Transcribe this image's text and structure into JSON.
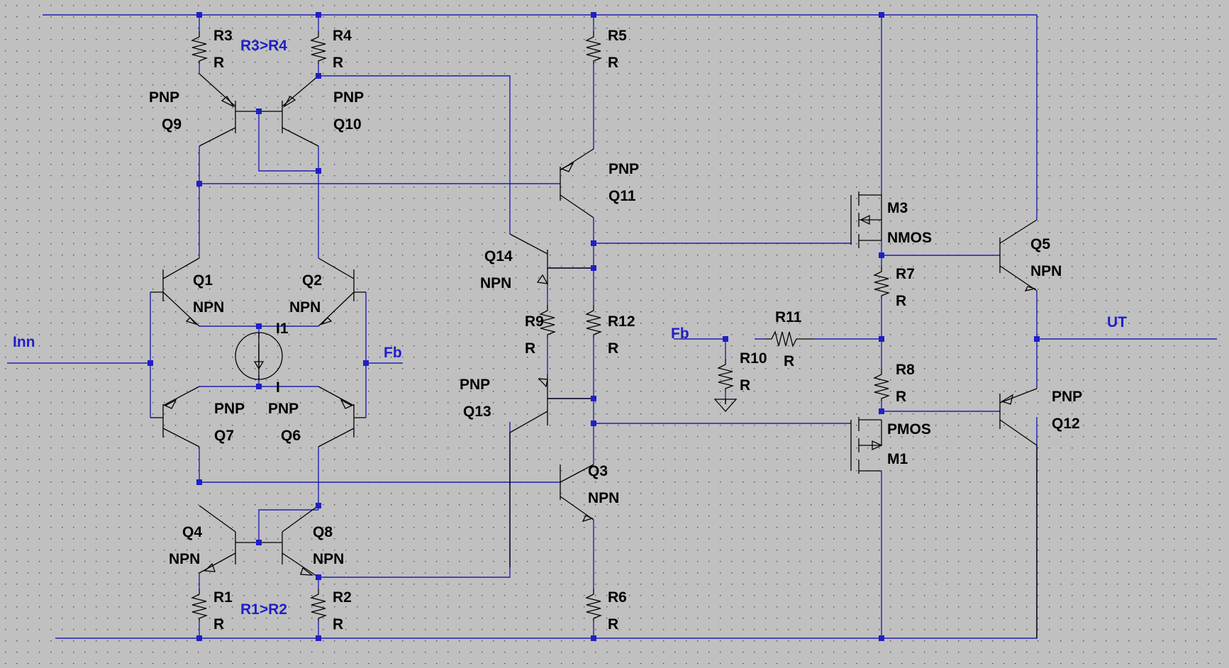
{
  "colors": {
    "background": "#c0c0c0",
    "wire": "#2020b0",
    "component": "#000000",
    "net_label": "#1f1fc8",
    "grid_dot": "#4a4a4a"
  },
  "net_labels": {
    "inn": "Inn",
    "fb_left": "Fb",
    "fb_right": "Fb",
    "ut": "UT"
  },
  "notes": {
    "r3_r4": "R3>R4",
    "r1_r2": "R1>R2"
  },
  "components": {
    "r3": {
      "name": "R3",
      "value": "R"
    },
    "r4": {
      "name": "R4",
      "value": "R"
    },
    "r5": {
      "name": "R5",
      "value": "R"
    },
    "r1": {
      "name": "R1",
      "value": "R"
    },
    "r2": {
      "name": "R2",
      "value": "R"
    },
    "r6": {
      "name": "R6",
      "value": "R"
    },
    "r7": {
      "name": "R7",
      "value": "R"
    },
    "r8": {
      "name": "R8",
      "value": "R"
    },
    "r9": {
      "name": "R9",
      "value": "R"
    },
    "r10": {
      "name": "R10",
      "value": "R"
    },
    "r11": {
      "name": "R11",
      "value": "R"
    },
    "r12": {
      "name": "R12",
      "value": "R"
    },
    "q9": {
      "name": "Q9",
      "type": "PNP"
    },
    "q10": {
      "name": "Q10",
      "type": "PNP"
    },
    "q11": {
      "name": "Q11",
      "type": "PNP"
    },
    "q1": {
      "name": "Q1",
      "type": "NPN"
    },
    "q2": {
      "name": "Q2",
      "type": "NPN"
    },
    "q7": {
      "name": "Q7",
      "type": "PNP"
    },
    "q6": {
      "name": "Q6",
      "type": "PNP"
    },
    "q4": {
      "name": "Q4",
      "type": "NPN"
    },
    "q8": {
      "name": "Q8",
      "type": "NPN"
    },
    "q14": {
      "name": "Q14",
      "type": "NPN"
    },
    "q13": {
      "name": "Q13",
      "type": "PNP"
    },
    "q3": {
      "name": "Q3",
      "type": "NPN"
    },
    "q5": {
      "name": "Q5",
      "type": "NPN"
    },
    "q12": {
      "name": "Q12",
      "type": "PNP"
    },
    "m3": {
      "name": "M3",
      "type": "NMOS"
    },
    "m1": {
      "name": "M1",
      "type": "PMOS"
    },
    "i1": {
      "name": "I1",
      "value": "I"
    }
  }
}
